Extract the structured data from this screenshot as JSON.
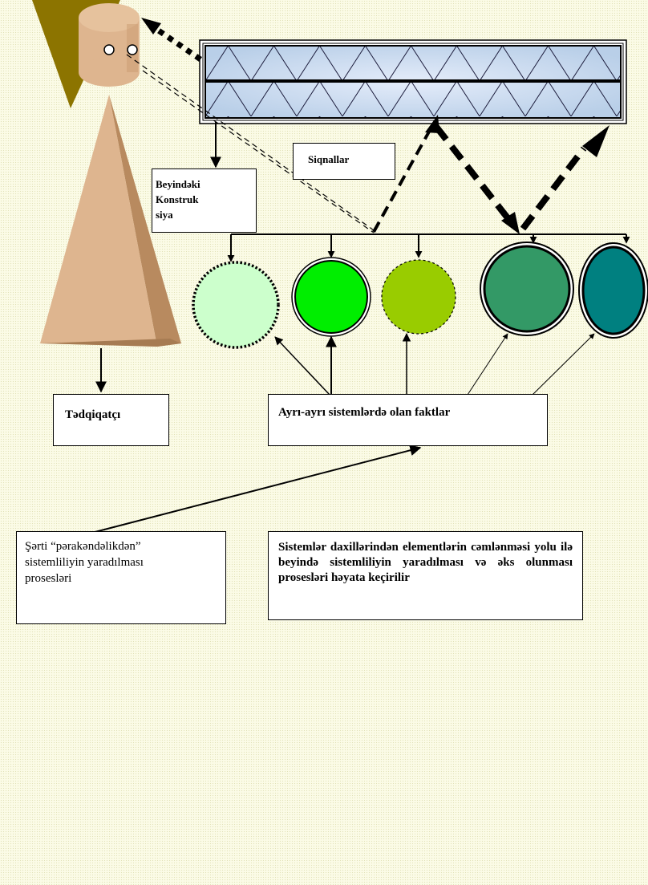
{
  "labels": {
    "signals": "Siqnallar",
    "brain_construction": [
      "Beyindəki",
      "Konstruk",
      "siya"
    ],
    "researcher": "Tədqiqatçı",
    "facts": "Ayrı-ayrı sistemlərdə olan faktlar",
    "conditional_lines": [
      "Şərti “pərakəndəlikdən”",
      "sistemliliyin yaradılması",
      "prosesləri"
    ],
    "summary": "Sistemlər daxillərindən elementlərin cəmlənməsi yolu ilə beyində sistemliliyin yaradılması və əks olunması prosesləri həyata keçirilir"
  },
  "colors": {
    "background": "#fbfbe6",
    "figure_body": "#deb58f",
    "figure_side": "#b88a5f",
    "hat": "#8c7400",
    "panel_fill": "#cfe0f2",
    "circle_light_green": "#ccffcc",
    "circle_bright_green": "#00ee00",
    "circle_yellow_green": "#99cc00",
    "circle_sea_green": "#339966",
    "circle_teal": "#008080"
  }
}
